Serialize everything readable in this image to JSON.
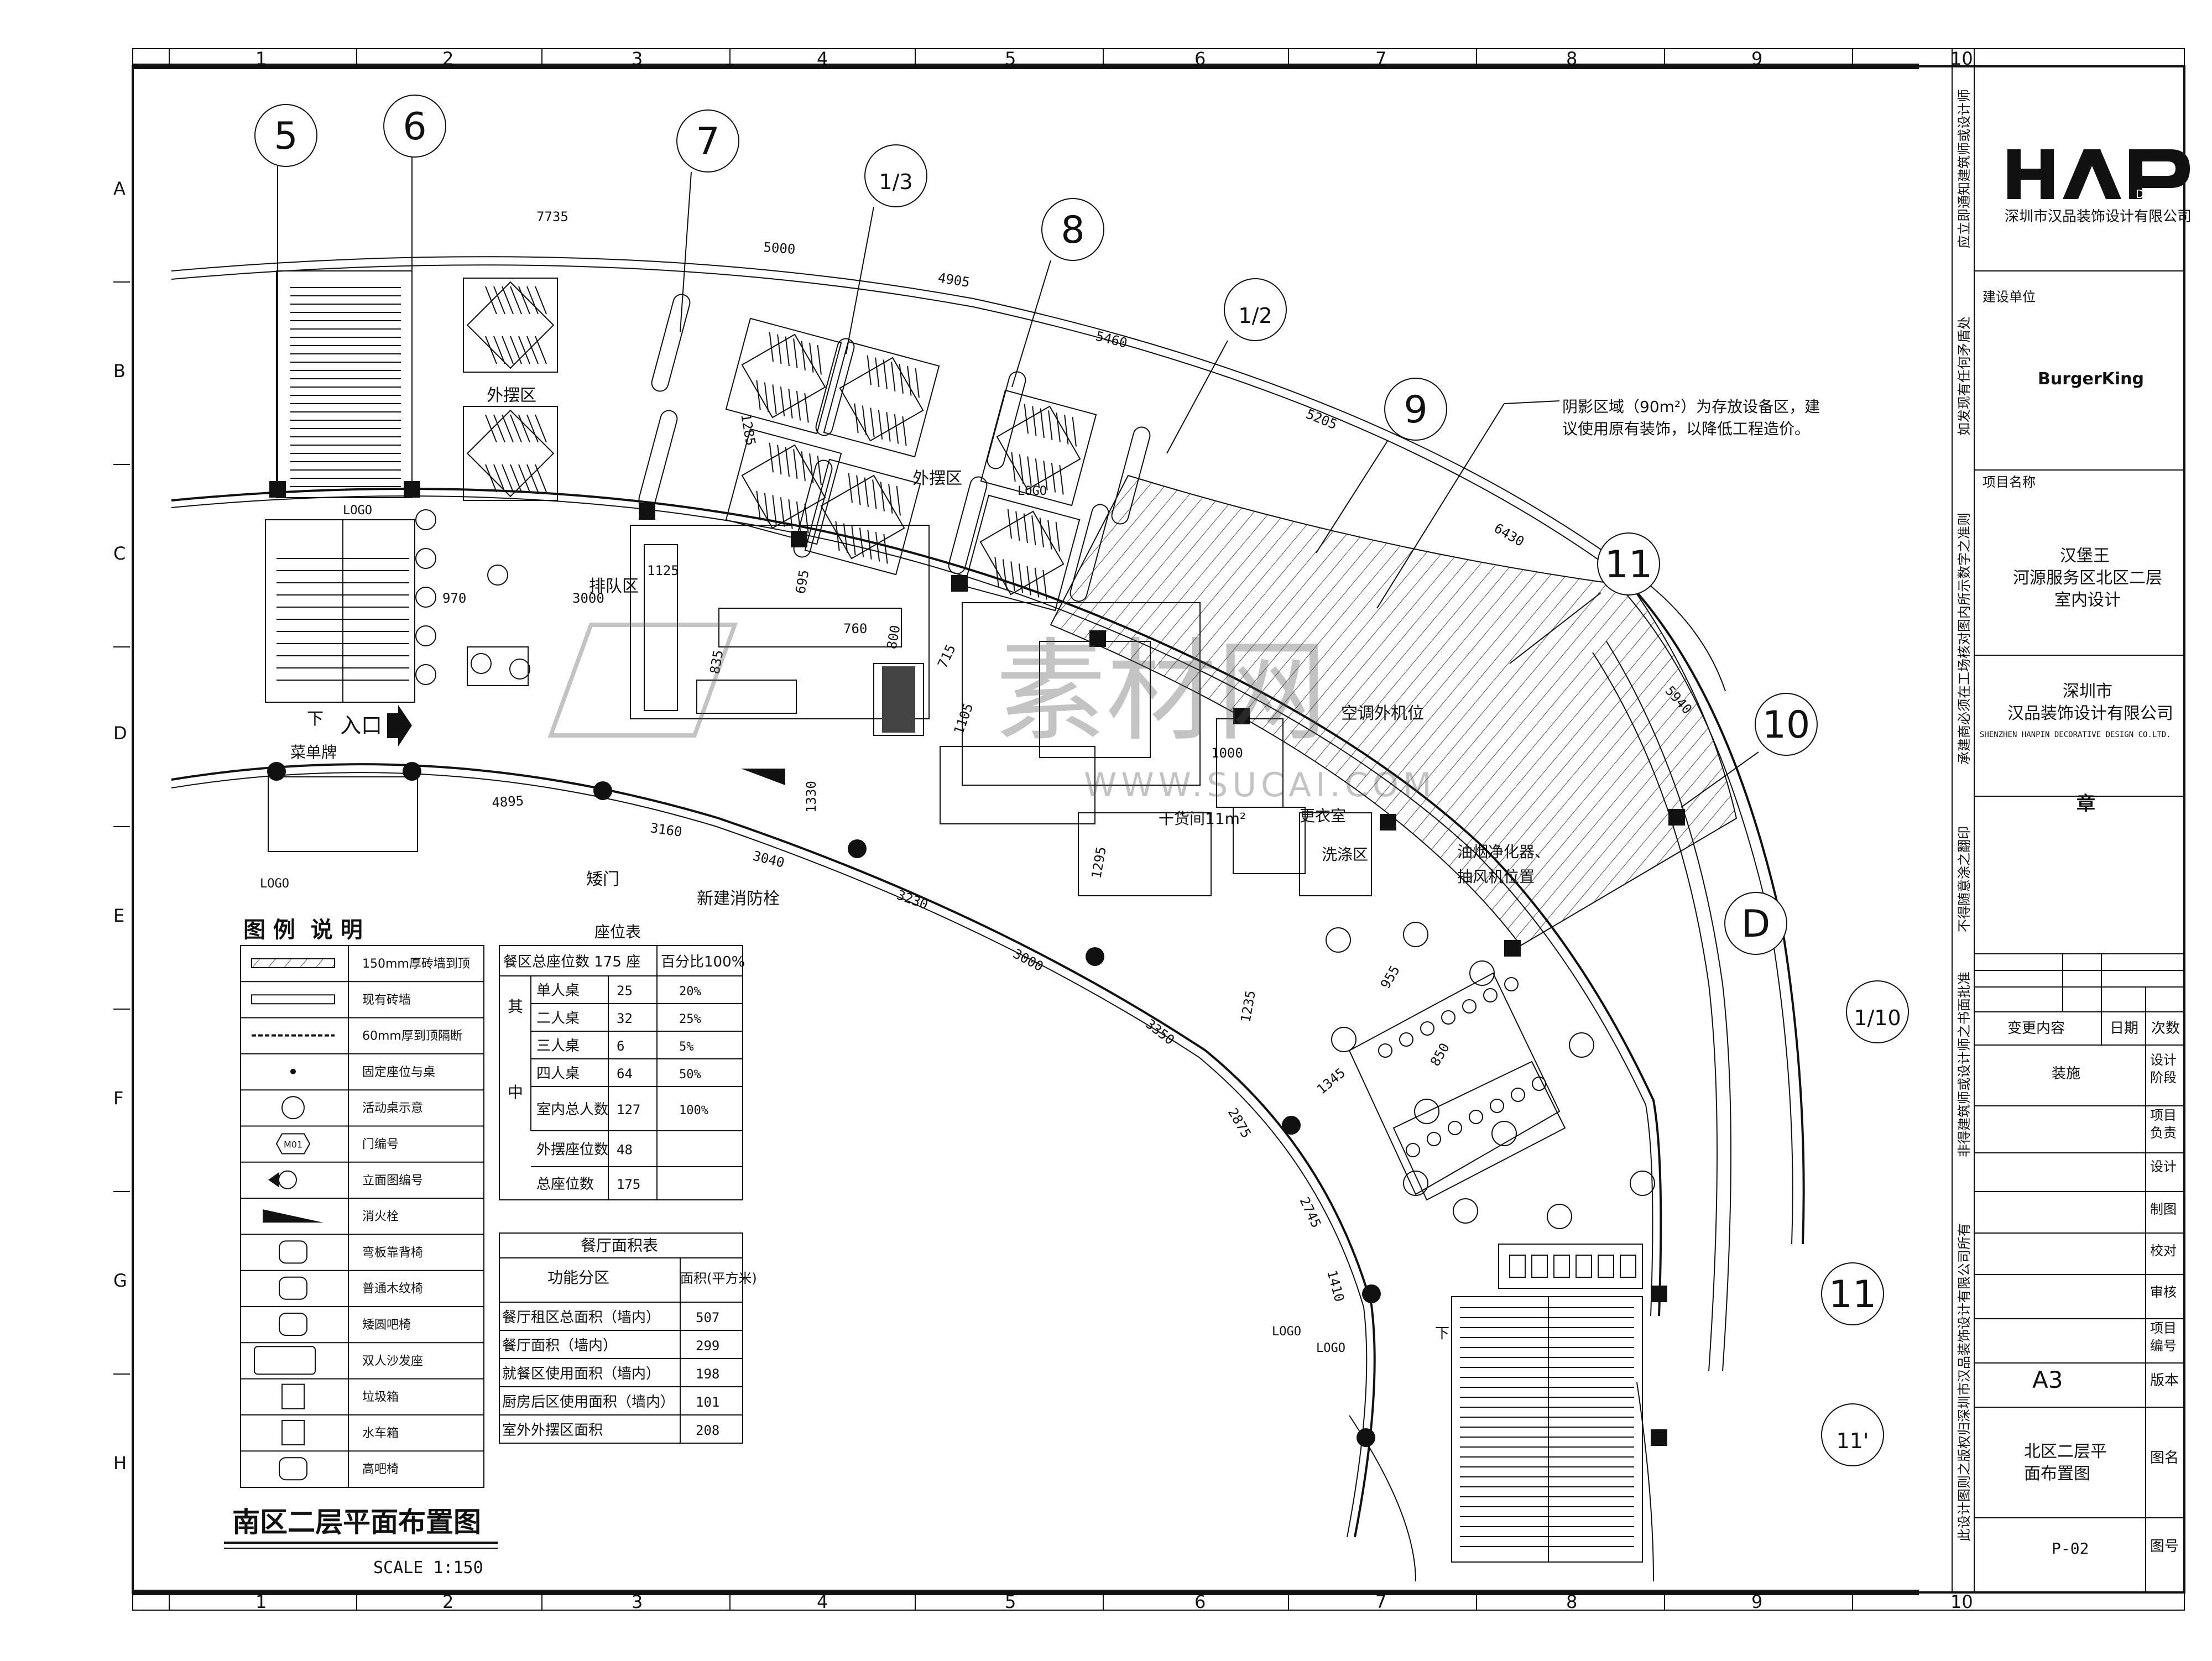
{
  "grid": {
    "columns": [
      "1",
      "2",
      "3",
      "4",
      "5",
      "6",
      "7",
      "8",
      "9",
      "10"
    ],
    "rows": [
      "A",
      "B",
      "C",
      "D",
      "E",
      "F",
      "G",
      "H"
    ]
  },
  "axes": {
    "bubbles": [
      "5",
      "6",
      "7",
      "1/3",
      "8",
      "1/2",
      "9",
      "11",
      "10",
      "D",
      "1/10",
      "11",
      "11'"
    ],
    "dims": [
      "7735",
      "5000",
      "4905",
      "5460",
      "5205",
      "6430",
      "5940",
      "4895",
      "3160",
      "3040",
      "3230",
      "3000",
      "3350",
      "2875",
      "2745",
      "1410",
      "970",
      "3000",
      "1125",
      "1285",
      "695",
      "760",
      "835",
      "800",
      "715",
      "1105",
      "1330",
      "1000",
      "1235",
      "1345",
      "955",
      "850",
      "1295"
    ]
  },
  "labels": {
    "outdoor_left": "外摆区",
    "outdoor_mid": "外摆区",
    "queue": "排队区",
    "entrance": "入口",
    "down": "下",
    "down_right": "下",
    "menu_board": "菜单牌",
    "logo": "LOGO",
    "low_door": "矮门",
    "hydrant": "新建消防栓",
    "ac_unit": "空调外机位",
    "dry_store": "干货间11m²",
    "changing": "更衣室",
    "washing": "洗涤区",
    "fume": "油烟净化器、",
    "fume2": "抽风机位置",
    "shade_note1": "阴影区域（90m²）为存放设备区，建",
    "shade_note2": "议使用原有装饰，以降低工程造价。",
    "plan_title": "南区二层平面布置图",
    "scale": "SCALE 1:150",
    "watermark": "素材网",
    "watermark_url": "WWW.SUCAI.COM"
  },
  "legend": {
    "title": "图 例  说 明",
    "items": [
      "150mm厚砖墙到顶",
      "现有砖墙",
      "60mm厚到顶隔断",
      "固定座位与桌",
      "活动桌示意",
      "门编号",
      "立面图编号",
      "消火栓",
      "弯板靠背椅",
      "普通木纹椅",
      "矮圆吧椅",
      "双人沙发座",
      "垃圾箱",
      "水车箱",
      "高吧椅"
    ],
    "door_tag": "M01"
  },
  "seat_table": {
    "title": "座位表",
    "header": [
      "餐区总座位数 175 座",
      "百分比100%"
    ],
    "group_label": "其中",
    "rows": [
      [
        "单人桌",
        "25",
        "20%"
      ],
      [
        "二人桌",
        "32",
        "25%"
      ],
      [
        "三人桌",
        "6",
        "5%"
      ],
      [
        "四人桌",
        "64",
        "50%"
      ],
      [
        "室内总人数",
        "127",
        "100%"
      ],
      [
        "外摆座位数",
        "48",
        ""
      ],
      [
        "总座位数",
        "175",
        ""
      ]
    ]
  },
  "area_table": {
    "title": "餐厅面积表",
    "header": [
      "功能分区",
      "面积(平方米)"
    ],
    "rows": [
      [
        "餐厅租区总面积（墙内）",
        "507"
      ],
      [
        "餐厅面积（墙内）",
        "299"
      ],
      [
        "就餐区使用面积（墙内）",
        "198"
      ],
      [
        "厨房后区使用面积（墙内）",
        "101"
      ],
      [
        "室外外摆区面积",
        "208"
      ]
    ]
  },
  "title_block": {
    "logo": "HAP",
    "logo_sub": "DESIGN",
    "company": "深圳市汉品装饰设计有限公司",
    "client_label": "建设单位",
    "client": "BurgerKing",
    "project_label": "项目名称",
    "project_lines": [
      "汉堡王",
      "河源服务区北区二层",
      "室内设计"
    ],
    "firm_lines": [
      "深圳市",
      "汉品装饰设计有限公司"
    ],
    "firm_en": "SHENZHEN HANPIN DECORATIVE DESIGN CO.LTD.",
    "seal": "章",
    "rev_headers": [
      "变更内容",
      "日期",
      "次数"
    ],
    "decoration": "装施",
    "fields": [
      "设计阶段",
      "项目负责",
      "设计",
      "制图",
      "校对",
      "审核",
      "项目编号"
    ],
    "paper": "A3",
    "version_label": "版本",
    "drawing_name": [
      "北区二层平",
      "面布置图"
    ],
    "name_label": "图名",
    "drawing_no": "P-02",
    "no_label": "图号",
    "side_notes": [
      "应立即通知建筑师或设计师",
      "如发现有任何矛盾处",
      "承建商必须在工场核对图内所示数字之准则",
      "不得随意涂之翻印",
      "非得建筑师或设计师之书面批准",
      "此设计图则之版权归深圳市汉品装饰设计有限公司所有"
    ]
  }
}
